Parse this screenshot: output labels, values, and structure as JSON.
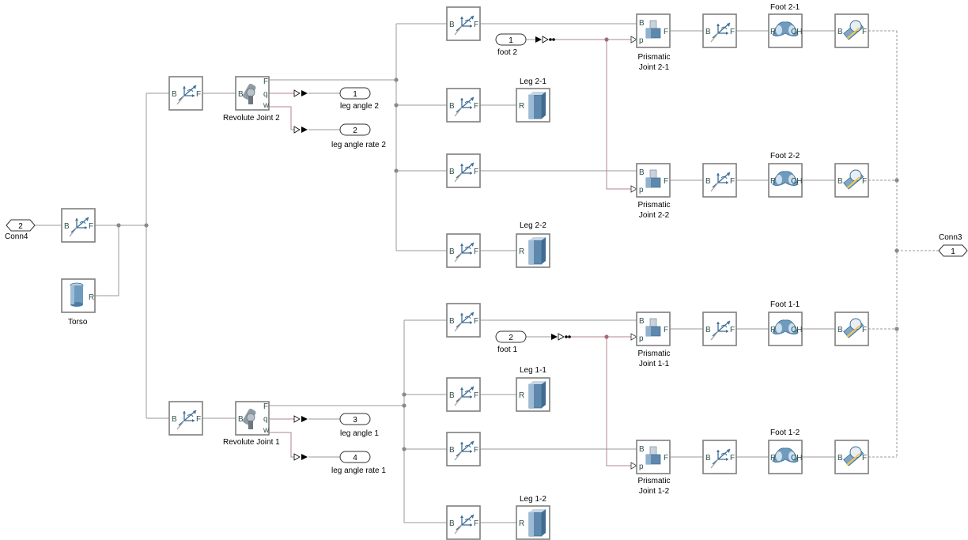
{
  "ports": {
    "conn4": {
      "number": "2",
      "label": "Conn4"
    },
    "conn3": {
      "number": "1",
      "label": "Conn3"
    },
    "foot2_in": {
      "number": "1",
      "label": "foot 2"
    },
    "foot1_in": {
      "number": "2",
      "label": "foot 1"
    },
    "leg_angle_2": {
      "number": "1",
      "label": "leg angle 2"
    },
    "leg_angle_rate_2": {
      "number": "2",
      "label": "leg angle rate 2"
    },
    "leg_angle_1": {
      "number": "3",
      "label": "leg angle 1"
    },
    "leg_angle_rate_1": {
      "number": "4",
      "label": "leg angle rate 1"
    }
  },
  "blocks": {
    "torso": "Torso",
    "revolute_joint_2": "Revolute Joint 2",
    "revolute_joint_1": "Revolute Joint 1",
    "leg_2_1": "Leg 2-1",
    "leg_2_2": "Leg 2-2",
    "leg_1_1": "Leg 1-1",
    "leg_1_2": "Leg 1-2",
    "prismatic_2_1": [
      "Prismatic",
      "Joint 2-1"
    ],
    "prismatic_2_2": [
      "Prismatic",
      "Joint 2-2"
    ],
    "prismatic_1_1": [
      "Prismatic",
      "Joint 1-1"
    ],
    "prismatic_1_2": [
      "Prismatic",
      "Joint 1-2"
    ],
    "foot_2_1": "Foot 2-1",
    "foot_2_2": "Foot 2-2",
    "foot_1_1": "Foot 1-1",
    "foot_1_2": "Foot 1-2"
  },
  "port_labels": {
    "base": "B",
    "follower": "F",
    "reference": "R",
    "position": "p",
    "angle": "q",
    "rate": "w",
    "contact": "CH"
  },
  "colors": {
    "frame_icon": "#3d6e96",
    "body_icon": "#6f9bbe",
    "signal_line": "#b3868e",
    "physical_line": "#9a9a9a"
  }
}
